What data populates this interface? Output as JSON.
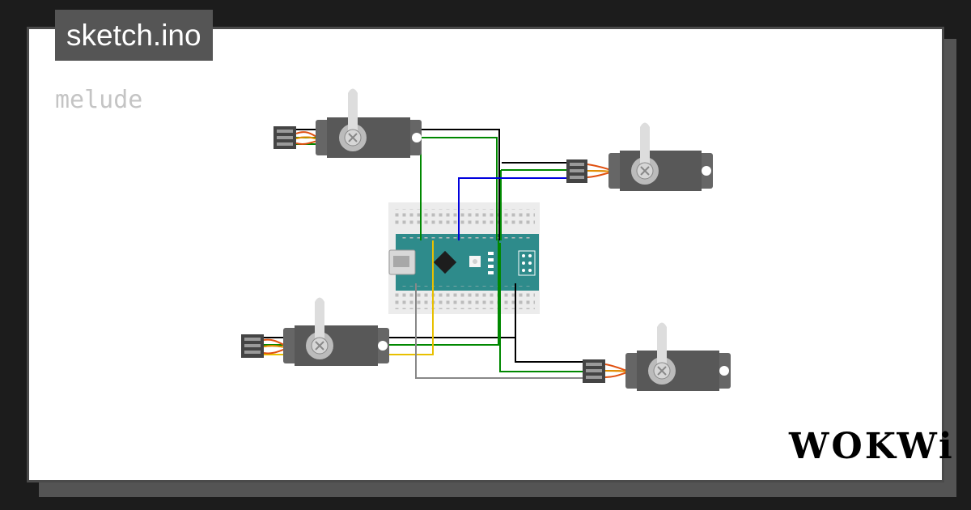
{
  "header": {
    "sketch_file": "sketch.ino"
  },
  "project": {
    "name": "melude"
  },
  "brand": {
    "logo": "WOKWi"
  },
  "icons": [
    "usb-port-icon",
    "microchip-icon"
  ],
  "colors": {
    "background": "#1c1c1c",
    "card": "#ffffff",
    "tab": "#555555",
    "board": "#2e8b8b",
    "servo": "#666666",
    "breadboard": "#ececec",
    "wire_black": "#000000",
    "wire_green": "#008800",
    "wire_blue": "#0000dd",
    "wire_yellow": "#e8c000",
    "wire_gray": "#888888"
  }
}
